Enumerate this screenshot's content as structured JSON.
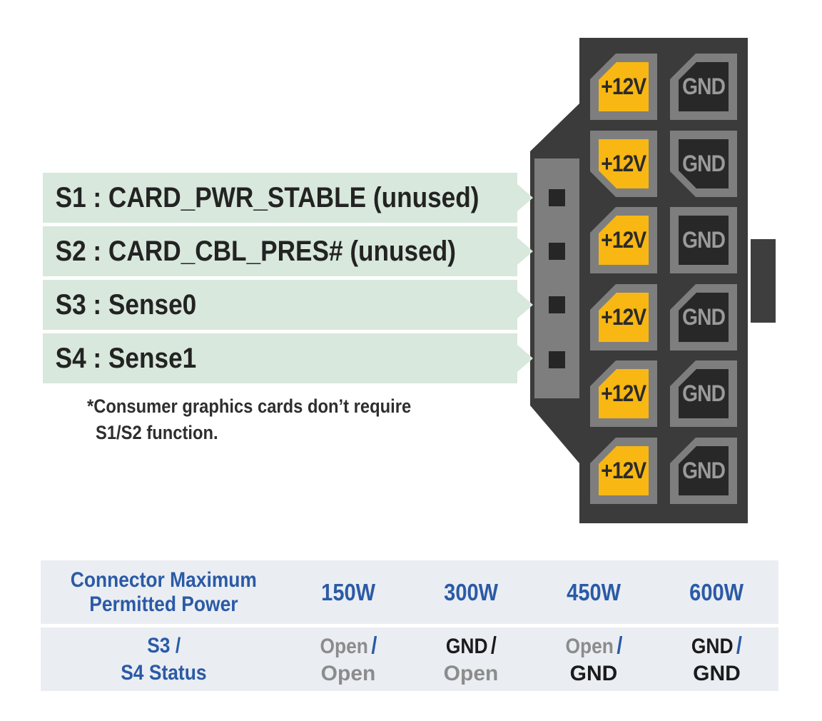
{
  "colors": {
    "page_bg": "#FFFFFF",
    "body": "#3B3B3B",
    "latch": "#3E3E3E",
    "pin_outline": "#7E7E7E",
    "sense_block": "#7E7E7E",
    "sense_pin": "#262626",
    "v12_fill": "#F8B713",
    "v12_text": "#2B2B2B",
    "gnd_fill": "#282828",
    "gnd_text": "#9A9A9A",
    "label_bg": "#D8E8DC",
    "label_text": "#232323",
    "table_bg": "#EAEEF3",
    "blue": "#2B5AA6",
    "gray": "#8C8C8C",
    "dark": "#1B1B1B"
  },
  "labels": {
    "s1": "S1 : CARD_PWR_STABLE (unused)",
    "s2": "S2 : CARD_CBL_PRES# (unused)",
    "s3": "S3 : Sense0",
    "s4": "S4 : Sense1"
  },
  "note": {
    "line1": "*Consumer graphics cards don’t require",
    "line2": "S1/S2 function."
  },
  "connector": {
    "rows": [
      {
        "left_label": "+12V",
        "left_class": "pin-box v12 tl",
        "right_label": "GND",
        "right_class": "pin-box gnd tl"
      },
      {
        "left_label": "+12V",
        "left_class": "pin-box v12 bl",
        "right_label": "GND",
        "right_class": "pin-box gnd bl"
      },
      {
        "left_label": "+12V",
        "left_class": "pin-box v12 tl",
        "right_label": "GND",
        "right_class": "pin-box gnd sq"
      },
      {
        "left_label": "+12V",
        "left_class": "pin-box v12 tl",
        "right_label": "GND",
        "right_class": "pin-box gnd tl"
      },
      {
        "left_label": "+12V",
        "left_class": "pin-box v12 tl",
        "right_label": "GND",
        "right_class": "pin-box gnd tl"
      },
      {
        "left_label": "+12V",
        "left_class": "pin-box v12 tl",
        "right_label": "GND",
        "right_class": "pin-box gnd tl"
      }
    ]
  },
  "table": {
    "header": {
      "col1_line1": "Connector Maximum",
      "col1_line2": "Permitted Power",
      "watts": [
        "150W",
        "300W",
        "450W",
        "600W"
      ]
    },
    "status": {
      "label_line1": "S3 /",
      "label_line2": "S4 Status",
      "slash": "/",
      "cells": [
        {
          "first": "Open",
          "first_class": "gray",
          "slash_class": "slash blue",
          "second": "Open",
          "second_class": "gray"
        },
        {
          "first": "GND",
          "first_class": "dark",
          "slash_class": "slash dark",
          "second": "Open",
          "second_class": "gray"
        },
        {
          "first": "Open",
          "first_class": "gray",
          "slash_class": "slash blue",
          "second": "GND",
          "second_class": "dark"
        },
        {
          "first": "GND",
          "first_class": "dark",
          "slash_class": "slash blue",
          "second": "GND",
          "second_class": "dark"
        }
      ]
    }
  },
  "chart_data": {
    "type": "table",
    "title": "Connector Maximum Permitted Power",
    "categories": [
      "150W",
      "300W",
      "450W",
      "600W"
    ],
    "series": [
      {
        "name": "S3 Status",
        "values": [
          "Open",
          "GND",
          "Open",
          "GND"
        ]
      },
      {
        "name": "S4 Status",
        "values": [
          "Open",
          "Open",
          "GND",
          "GND"
        ]
      }
    ]
  }
}
